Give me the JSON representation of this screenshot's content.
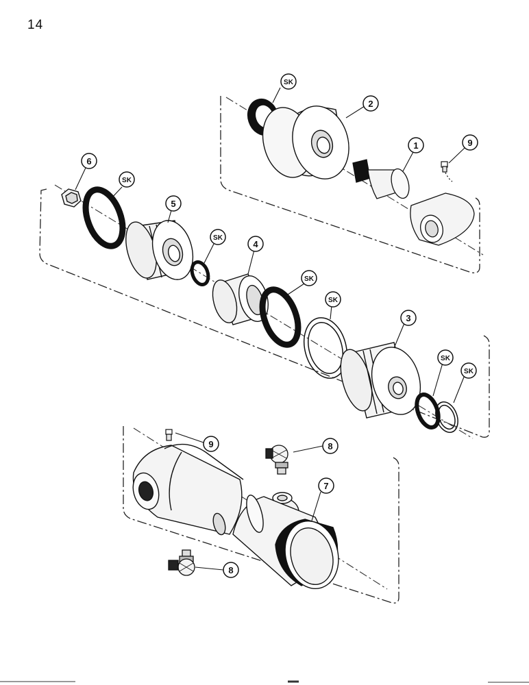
{
  "page_number": "14",
  "callouts": {
    "sk1": "SK",
    "sk2": "SK",
    "sk3": "SK",
    "sk4": "SK",
    "sk5": "SK",
    "sk6": "SK",
    "sk7": "SK",
    "p1": "1",
    "p2": "2",
    "p3": "3",
    "p4": "4",
    "p5": "5",
    "p6": "6",
    "p7": "7",
    "p8a": "8",
    "p8b": "8",
    "p9a": "9",
    "p9b": "9"
  }
}
